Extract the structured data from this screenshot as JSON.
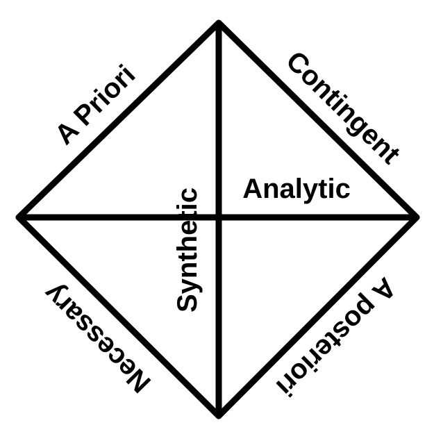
{
  "colors": {
    "stroke": "#000000",
    "text": "#000000",
    "background": "#ffffff"
  },
  "labels": {
    "a_priori": "A Priori",
    "contingent": "Contingent",
    "necessary": "Necessary",
    "a_posteriori": "A posteriori",
    "analytic": "Analytic",
    "synthetic": "Synthetic"
  }
}
